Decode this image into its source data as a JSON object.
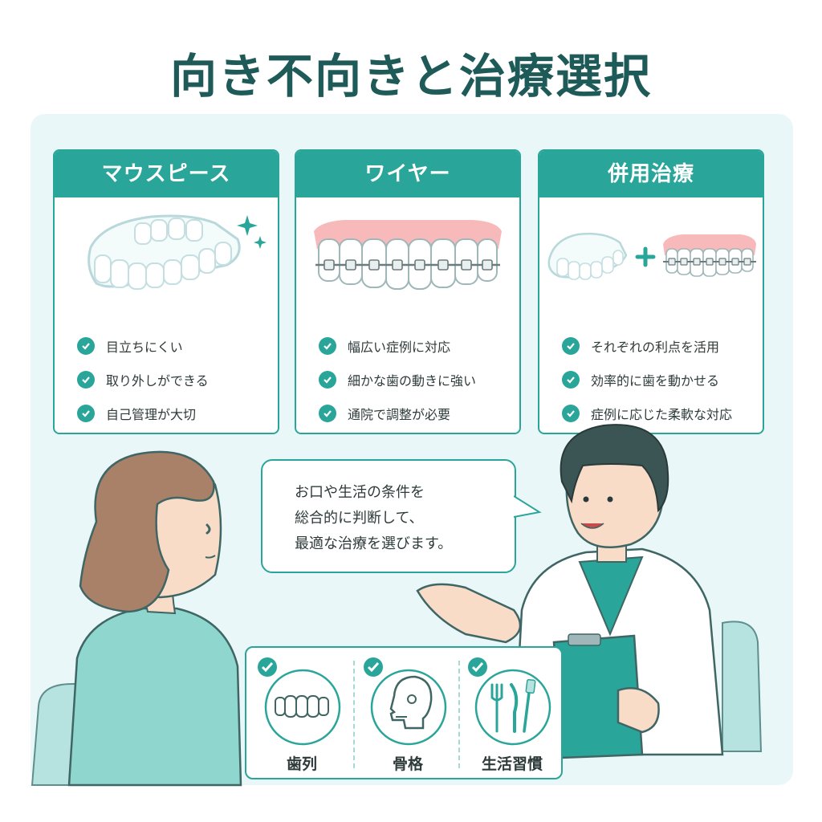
{
  "title": "向き不向きと治療選択",
  "cards": [
    {
      "header": "マウスピース",
      "items": [
        "目立ちにくい",
        "取り外しができる",
        "自己管理が大切"
      ]
    },
    {
      "header": "ワイヤー",
      "items": [
        "幅広い症例に対応",
        "細かな歯の動きに強い",
        "通院で調整が必要"
      ]
    },
    {
      "header": "併用治療",
      "items": [
        "それぞれの利点を活用",
        "効率的に歯を動かせる",
        "症例に応じた柔軟な対応"
      ]
    }
  ],
  "speech": {
    "lines": [
      "お口や生活の条件を",
      "総合的に判断して、",
      "最適な治療を選びます。"
    ]
  },
  "factors": [
    {
      "label": "歯列",
      "icon": "teeth-icon"
    },
    {
      "label": "骨格",
      "icon": "skull-profile-icon"
    },
    {
      "label": "生活習慣",
      "icon": "utensils-toothbrush-icon"
    }
  ],
  "colors": {
    "accent": "#2aa59a",
    "title": "#1e5a57",
    "panel": "#eaf7f8",
    "gum": "#f7b9b9"
  }
}
